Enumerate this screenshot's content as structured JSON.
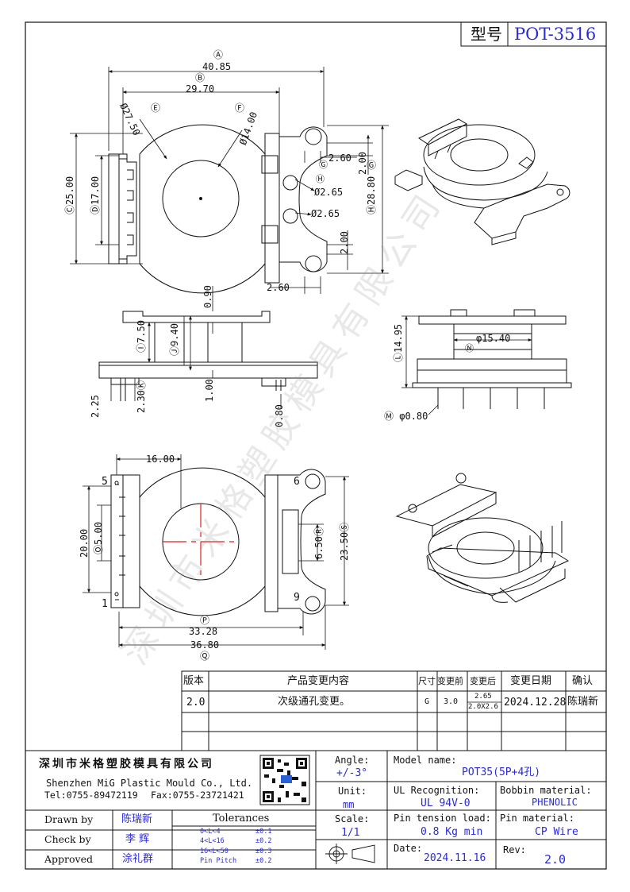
{
  "header": {
    "model_label": "型号",
    "model_value": "POT-3516"
  },
  "dims": {
    "A": "40.85",
    "B": "29.70",
    "E": "27.50",
    "F": "14.00",
    "G_a": "2.60",
    "G_b": "2.00",
    "H_hole1": "2.65",
    "H_hole2": "2.65",
    "C": "25.00",
    "D": "17.00",
    "H": "28.80",
    "bottom_2": "2.00",
    "bottom_260": "2.60",
    "top_090": "0.90",
    "I": "7.50",
    "J": "9.40",
    "side_225": "2.25",
    "K": "2.30",
    "side_100": "1.00",
    "side_080": "0.80",
    "L": "14.95",
    "N": "15.40",
    "M": "0.80",
    "P_top": "16.00",
    "T": "20.00",
    "O": "5.00",
    "R": "6.50",
    "S": "23.50",
    "P": "33.28",
    "Q": "36.80",
    "pin_5": "5",
    "pin_1": "1",
    "pin_6": "6",
    "pin_9": "9"
  },
  "circled": {
    "A": "Ⓐ",
    "B": "Ⓑ",
    "C": "Ⓒ",
    "D": "Ⓓ",
    "E": "Ⓔ",
    "F": "Ⓕ",
    "G": "Ⓖ",
    "H": "Ⓗ",
    "I": "Ⓘ",
    "J": "Ⓙ",
    "K": "Ⓚ",
    "L": "Ⓛ",
    "M": "Ⓜ",
    "N": "Ⓝ",
    "O": "Ⓞ",
    "P": "Ⓟ",
    "Q": "Ⓠ",
    "R": "Ⓡ",
    "S": "Ⓢ",
    "phi": "Ø",
    "phi2": "φ"
  },
  "revision": {
    "headers": [
      "版本",
      "产品变更内容",
      "尺寸",
      "变更前",
      "变更后",
      "变更日期",
      "确认"
    ],
    "row": {
      "version": "2.0",
      "content": "次级通孔变更。",
      "size": "G",
      "before": "3.0",
      "after_1": "2.65",
      "after_2": "2.0X2.6",
      "date": "2024.12.28",
      "confirm": "陈瑞新"
    }
  },
  "company": {
    "name": "深圳市米格塑胶模具有限公司",
    "name_en": "Shenzhen MiG Plastic Mould Co., Ltd.",
    "tel": "Tel:0755-89472119",
    "fax": "Fax:0755-23721421"
  },
  "title_block": {
    "angle_label": "Angle:",
    "angle_value": "+/-3°",
    "unit_label": "Unit:",
    "unit_value": "mm",
    "scale_label": "Scale:",
    "scale_value": "1/1",
    "model_label": "Model name:",
    "model_value": "POT35(5P+4孔)",
    "ul_label": "UL Recognition:",
    "ul_value": "UL 94V-0",
    "bobbin_label": "Bobbin material:",
    "bobbin_value": "PHENOLIC",
    "tension_label": "Pin tension load:",
    "tension_value": "0.8 Kg min",
    "pinmat_label": "Pin material:",
    "pinmat_value": "CP Wire",
    "date_label": "Date:",
    "date_value": "2024.11.16",
    "rev_label": "Rev:",
    "rev_value": "2.0",
    "drawn_label": "Drawn by",
    "drawn_value": "陈瑞新",
    "check_label": "Check by",
    "check_value": "李 辉",
    "approved_label": "Approved",
    "approved_value": "涂礼群",
    "tol_title": "Tolerances",
    "tol": [
      {
        "range": "0<L<4",
        "val": "±0.1"
      },
      {
        "range": "4<L<16",
        "val": "±0.2"
      },
      {
        "range": "16<L<50",
        "val": "±0.3"
      },
      {
        "range": "Pin Pitch",
        "val": "±0.2"
      }
    ]
  },
  "watermark": "深圳市米格塑胶模具有限公司"
}
